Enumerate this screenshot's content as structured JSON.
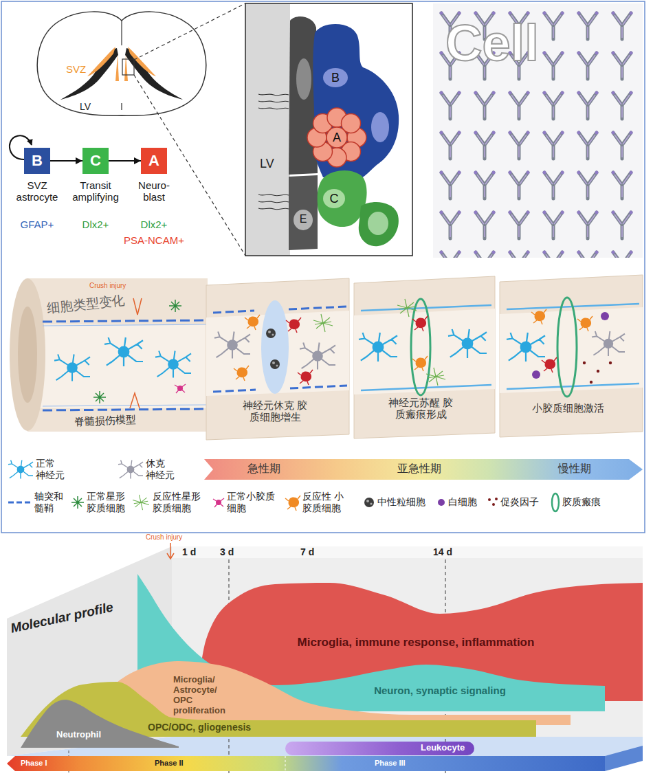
{
  "diagram": {
    "nodes": [
      {
        "text": [
          "B",
          "SVZ astrocyte",
          "GFAP+"
        ]
      },
      {
        "text": [
          "C",
          "Transit amplifying",
          "Dlx2+"
        ]
      },
      {
        "text": [
          "A",
          "Neuro- blast",
          "Dlx2+",
          "PSA-NCAM+"
        ]
      }
    ],
    "edges": [
      {
        "from": 0,
        "to": 1,
        "arrow": "to"
      },
      {
        "from": 1,
        "to": 2,
        "arrow": "to"
      }
    ],
    "labels": [
      "SVZ",
      "LV",
      "LV",
      "B",
      "A",
      "C",
      "E",
      "Cell",
      "细胞类型变化",
      "Crush injury",
      "脊髓损伤模型",
      "神经元休克 胶质细胞增生",
      "神经元苏醒 胶质瘢痕形成",
      "小胶质细胞激活",
      "急性期",
      "亚急性期",
      "慢性期",
      "Crush injury",
      "1 d",
      "3 d",
      "7 d",
      "14 d",
      "Molecular profile",
      "Microglia, immune response, inflammation",
      "Neuron, synaptic signaling",
      "Microglia/ Astrocyte/ OPC proliferation",
      "OPC/ODC, gliogenesis",
      "Neutrophil",
      "Leukocyte",
      "Phase I",
      "Phase II",
      "Phase III"
    ],
    "legend": [
      {
        "text": "正常 神经元"
      },
      {
        "text": "休克 神经元"
      },
      {
        "text": "轴突和 髓鞘"
      },
      {
        "text": "正常星形 胶质细胞"
      },
      {
        "text": "反应性星形 胶质细胞"
      },
      {
        "text": "正常小胶质 细胞"
      },
      {
        "text": "反应性 小胶质细胞"
      },
      {
        "text": "中性粒细胞"
      },
      {
        "text": "白细胞"
      },
      {
        "text": "促炎因子"
      },
      {
        "text": "胶质瘢痕"
      }
    ]
  }
}
